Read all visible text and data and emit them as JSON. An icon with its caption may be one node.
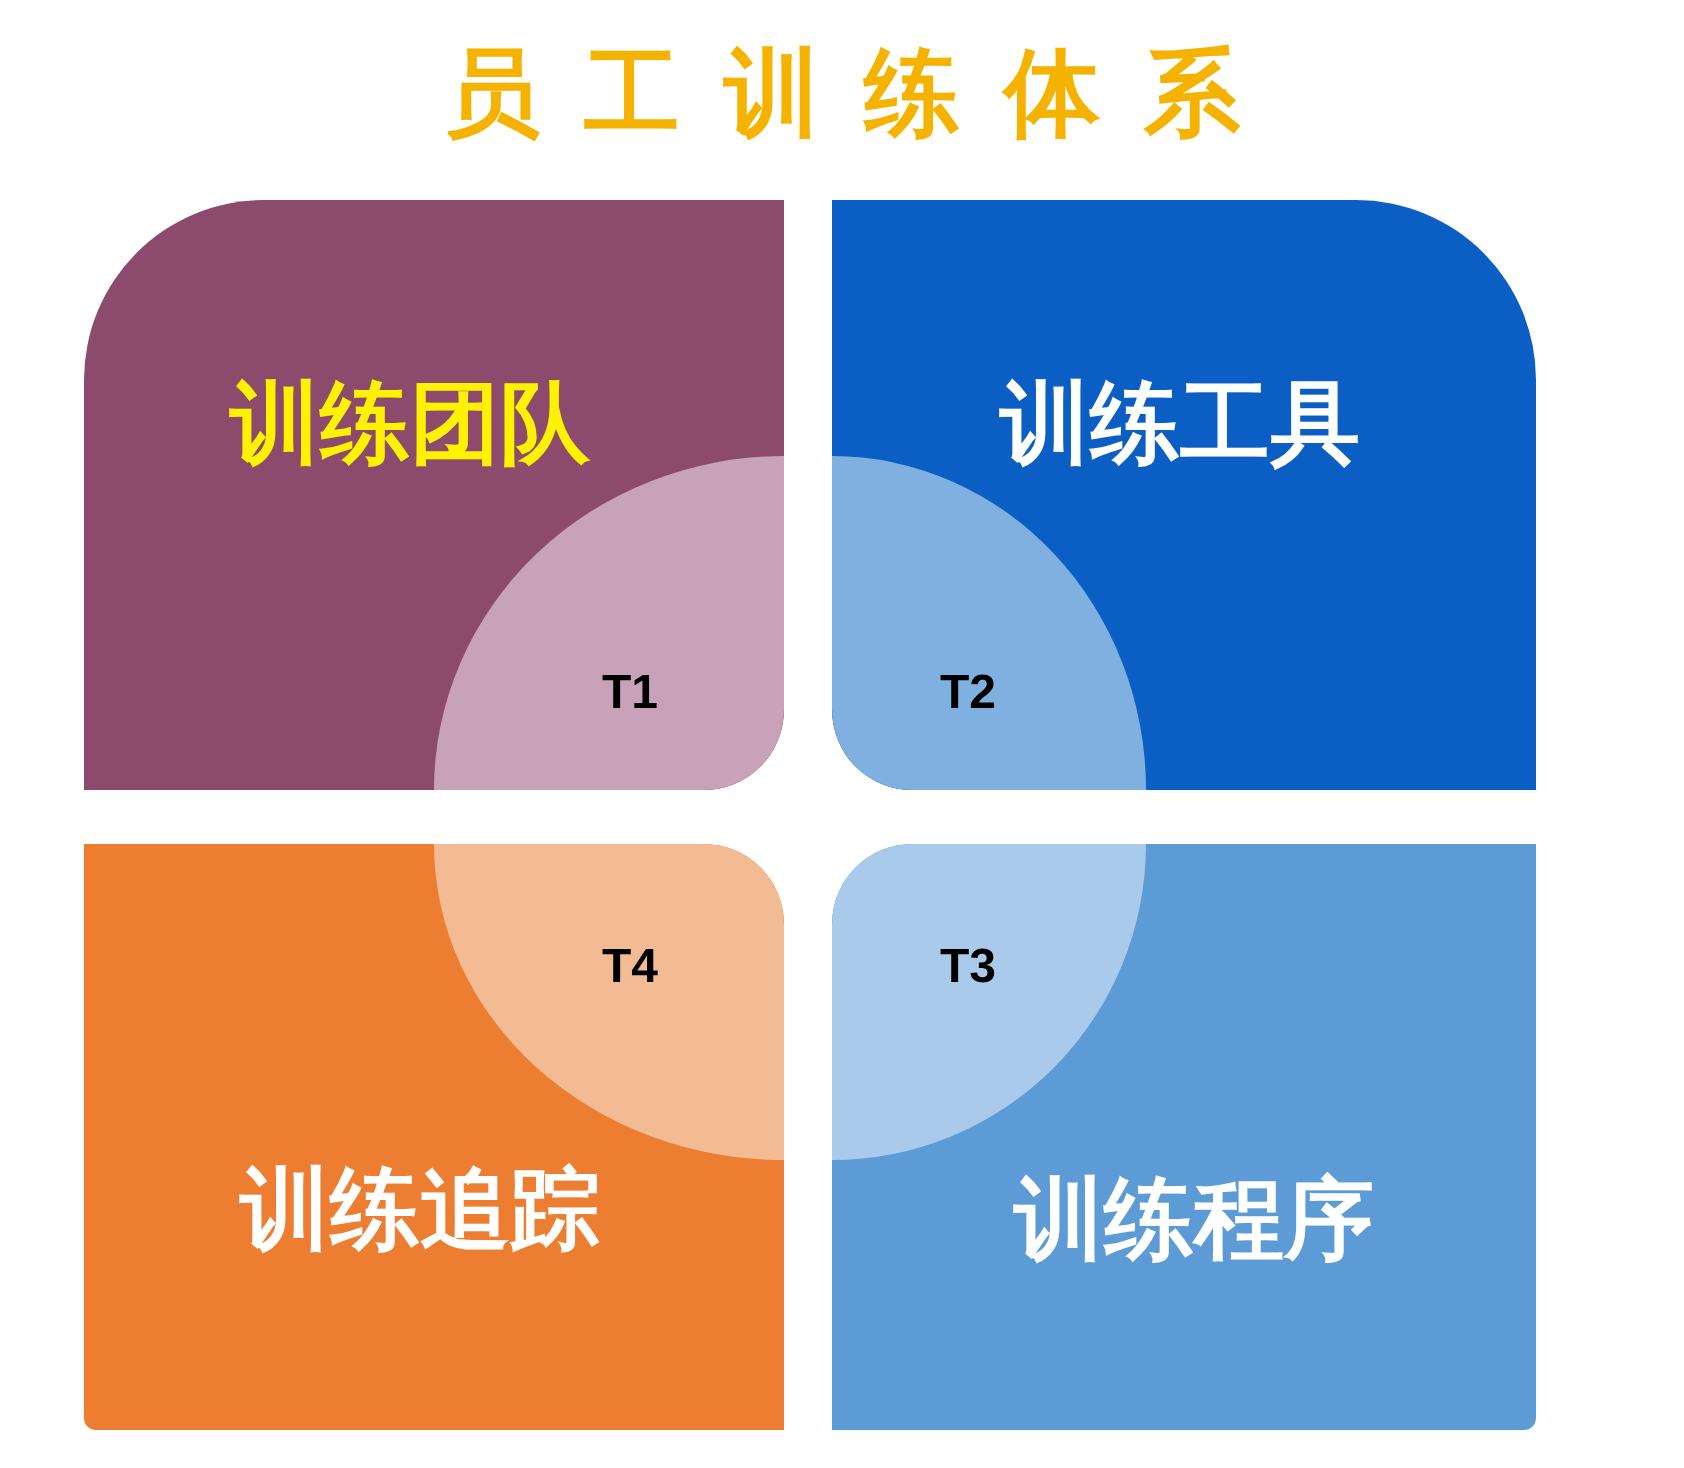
{
  "diagram": {
    "title": "员工训练体系",
    "nodes": [
      {
        "text": [
          "训练团队"
        ]
      },
      {
        "text": [
          "T1"
        ],
        "in": 0
      },
      {
        "text": [
          "训练工具"
        ]
      },
      {
        "text": [
          "T2"
        ],
        "in": 2
      },
      {
        "text": [
          "训练追踪"
        ]
      },
      {
        "text": [
          "T4"
        ],
        "in": 4
      },
      {
        "text": [
          "训练程序"
        ]
      },
      {
        "text": [
          "T3"
        ],
        "in": 6
      }
    ]
  }
}
